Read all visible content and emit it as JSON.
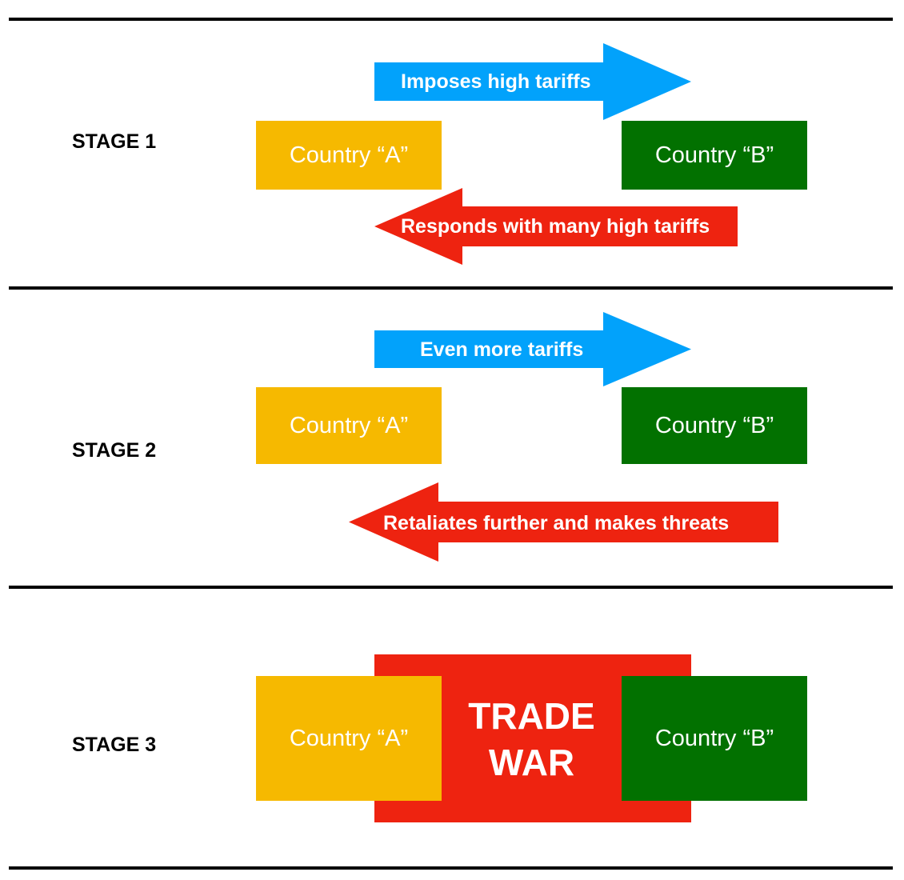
{
  "colors": {
    "country_a": "#F6B900",
    "country_b": "#027100",
    "arrow_blue": "#02A2FB",
    "arrow_red": "#EE2310",
    "rule": "#000000"
  },
  "stage1": {
    "label": "STAGE 1",
    "country_a": "Country “A”",
    "country_b": "Country “B”",
    "arrow_right": "Imposes high tariffs",
    "arrow_left": "Responds with many high tariffs"
  },
  "stage2": {
    "label": "STAGE 2",
    "country_a": "Country “A”",
    "country_b": "Country “B”",
    "arrow_right": "Even more tariffs",
    "arrow_left": "Retaliates further and makes threats"
  },
  "stage3": {
    "label": "STAGE 3",
    "country_a": "Country “A”",
    "country_b": "Country “B”",
    "center_line1": "TRADE",
    "center_line2": "WAR"
  }
}
